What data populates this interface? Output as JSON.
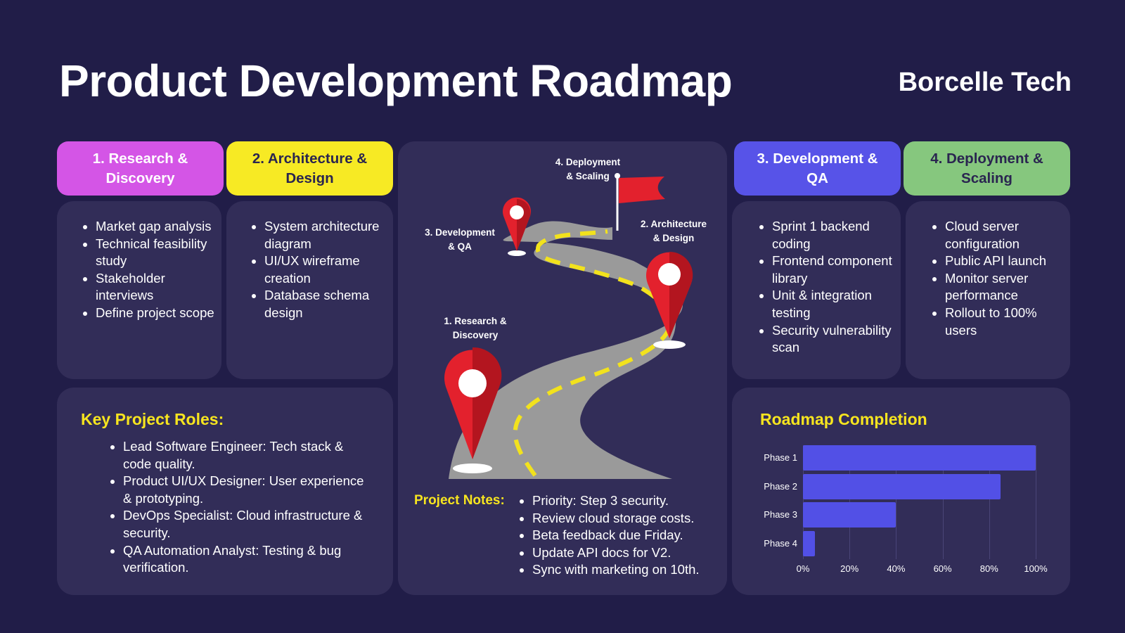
{
  "title": "Product Development Roadmap",
  "brand": "Borcelle Tech",
  "phases": [
    {
      "line1": "1. Research &",
      "line2": "Discovery",
      "color": "#d455e6",
      "text_color": "#ffffff",
      "items": [
        "Market gap analysis",
        "Technical feasibility study",
        "Stakeholder interviews",
        "Define project scope"
      ]
    },
    {
      "line1": "2. Architecture &",
      "line2": "Design",
      "color": "#f7ea24",
      "text_color": "#2a2550",
      "items": [
        "System architecture diagram",
        "UI/UX wireframe creation",
        "Database schema design"
      ]
    },
    {
      "line1": "3. Development &",
      "line2": "QA",
      "color": "#5753e8",
      "text_color": "#ffffff",
      "items": [
        "Sprint 1 backend coding",
        "Frontend component library",
        "Unit & integration testing",
        "Security vulnerability scan"
      ]
    },
    {
      "line1": "4. Deployment &",
      "line2": "Scaling",
      "color": "#86c77e",
      "text_color": "#2a2550",
      "items": [
        "Cloud server configuration",
        "Public API launch",
        "Monitor server performance",
        "Rollout to 100% users"
      ]
    }
  ],
  "roles": {
    "heading": "Key Project Roles:",
    "items": [
      "Lead Software Engineer: Tech stack & code quality.",
      "Product UI/UX Designer: User experience & prototyping.",
      "DevOps Specialist: Cloud infrastructure & security.",
      "QA Automation Analyst: Testing & bug verification."
    ]
  },
  "roadmap_labels": {
    "deploy": [
      "4. Deployment",
      "& Scaling"
    ],
    "dev": [
      "3. Development",
      "& QA"
    ],
    "arch": [
      "2. Architecture",
      "& Design"
    ],
    "research": [
      "1. Research &",
      "Discovery"
    ]
  },
  "notes": {
    "heading": "Project Notes:",
    "items": [
      "Priority: Step 3 security.",
      "Review cloud storage costs.",
      "Beta feedback due Friday.",
      "Update API docs for V2.",
      "Sync with marketing on 10th."
    ]
  },
  "completion": {
    "heading": "Roadmap Completion"
  },
  "chart_data": {
    "type": "bar",
    "orientation": "horizontal",
    "title": "Roadmap Completion",
    "categories": [
      "Phase 1",
      "Phase 2",
      "Phase 3",
      "Phase 4"
    ],
    "values": [
      100,
      85,
      40,
      5
    ],
    "xlim": [
      0,
      100
    ],
    "xticks": [
      "0%",
      "20%",
      "40%",
      "60%",
      "80%",
      "100%"
    ],
    "bar_color": "#5250e6",
    "grid": true
  }
}
